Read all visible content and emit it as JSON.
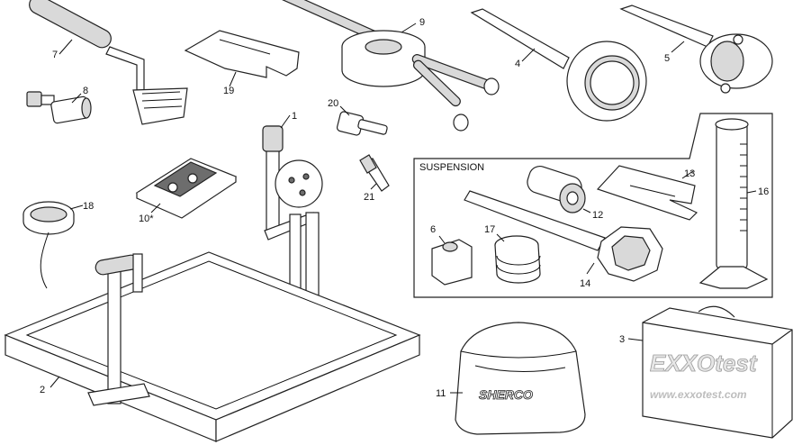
{
  "labels": {
    "p1": "1",
    "p2": "2",
    "p3": "3",
    "p4": "4",
    "p5": "5",
    "p6": "6",
    "p7": "7",
    "p8": "8",
    "p9": "9",
    "p10": "10*",
    "p11": "11",
    "p12": "12",
    "p13": "13",
    "p14": "14",
    "p16": "16",
    "p17": "17",
    "p18": "18",
    "p19": "19",
    "p20": "20",
    "p21": "21"
  },
  "suspension_title": "SUSPENSION",
  "bag_brand": "SHERCO",
  "case_brand": "EXXOtest",
  "case_url": "www.exxotest.com"
}
